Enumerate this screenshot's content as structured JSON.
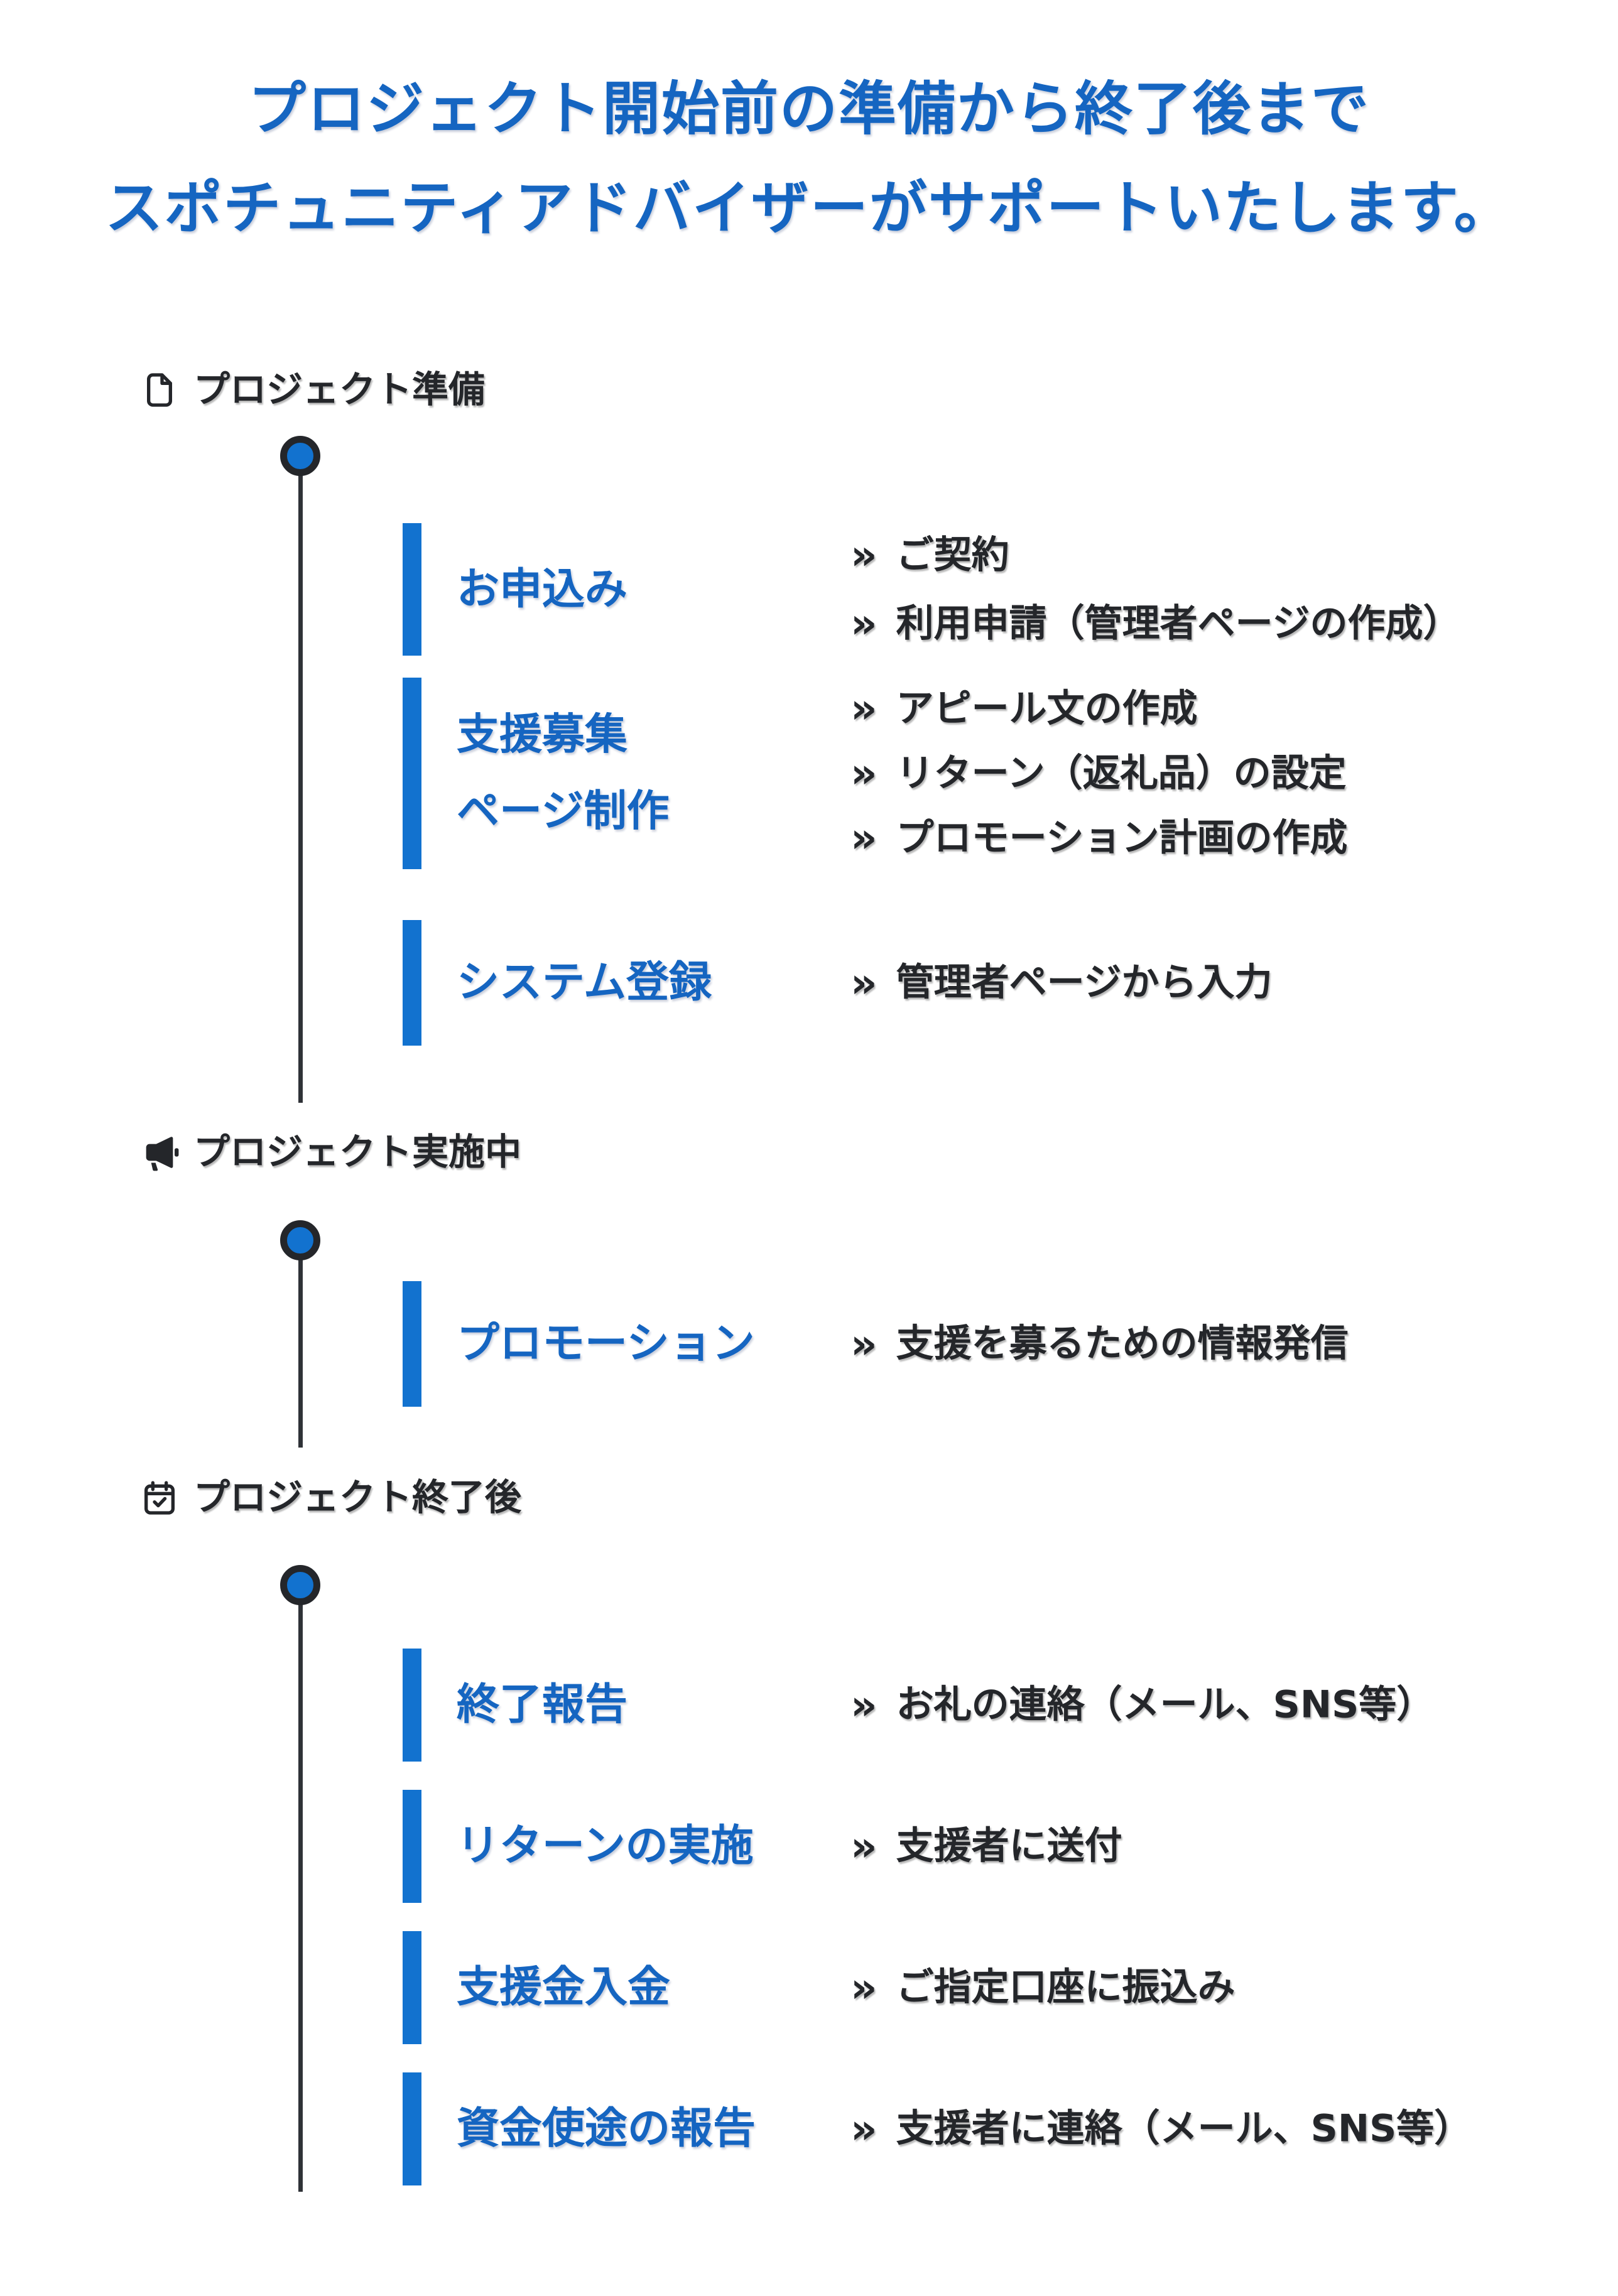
{
  "title": {
    "line1": "プロジェクト開始前の準備から終了後まで",
    "line2": "スポチュニティアドバイザーがサポートいたします。"
  },
  "chevron": "»",
  "colors": {
    "blue_text": "#1565C1",
    "accent_blue": "#1272CF",
    "dark_text": "#24262A",
    "timeline_line": "#2F3237"
  },
  "sections": [
    {
      "icon": "document-icon",
      "label": "プロジェクト準備",
      "rows": [
        {
          "label_lines": [
            "お申込み"
          ],
          "items": [
            "ご契約",
            "利用申請（管理者ページの作成）"
          ]
        },
        {
          "label_lines": [
            "支援募集",
            "ページ制作"
          ],
          "items": [
            "アピール文の作成",
            "リターン（返礼品）の設定",
            "プロモーション計画の作成"
          ]
        },
        {
          "label_lines": [
            "システム登録"
          ],
          "items": [
            "管理者ページから入力"
          ]
        }
      ]
    },
    {
      "icon": "megaphone-icon",
      "label": "プロジェクト実施中",
      "rows": [
        {
          "label_lines": [
            "プロモーション"
          ],
          "items": [
            "支援を募るための情報発信"
          ]
        }
      ]
    },
    {
      "icon": "calendar-check-icon",
      "label": "プロジェクト終了後",
      "rows": [
        {
          "label_lines": [
            "終了報告"
          ],
          "items": [
            "お礼の連絡（メール、SNS等）"
          ]
        },
        {
          "label_lines": [
            "リターンの実施"
          ],
          "items": [
            "支援者に送付"
          ]
        },
        {
          "label_lines": [
            "支援金入金"
          ],
          "items": [
            "ご指定口座に振込み"
          ]
        },
        {
          "label_lines": [
            "資金使途の報告"
          ],
          "items": [
            "支援者に連絡（メール、SNS等）"
          ]
        }
      ]
    }
  ]
}
